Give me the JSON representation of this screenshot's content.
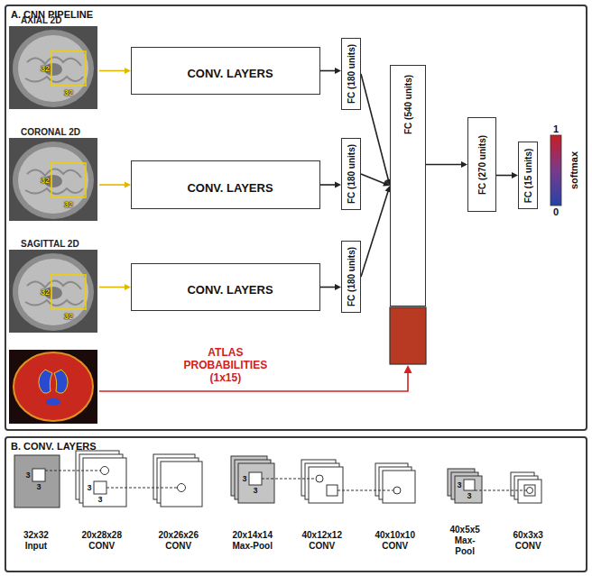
{
  "diagram": {
    "nodes": [
      {
        "text": [
          "A. CNN PIPELINE"
        ]
      },
      {
        "text": [
          "AXIAL 2D"
        ],
        "in": 0
      },
      {
        "text": [
          "CONV. LAYERS"
        ],
        "in": 0
      },
      {
        "text": [
          "FC (180 units)"
        ],
        "in": 0
      },
      {
        "text": [
          "CORONAL 2D"
        ],
        "in": 0
      },
      {
        "text": [
          "CONV. LAYERS"
        ],
        "in": 0
      },
      {
        "text": [
          "FC (180 units)"
        ],
        "in": 0
      },
      {
        "text": [
          "SAGITTAL 2D"
        ],
        "in": 0
      },
      {
        "text": [
          "CONV. LAYERS"
        ],
        "in": 0
      },
      {
        "text": [
          "FC (180 units)"
        ],
        "in": 0
      },
      {
        "text": [
          "FC (540 units)"
        ],
        "in": 0
      },
      {
        "text": [
          "FC (270 units)"
        ],
        "in": 0
      },
      {
        "text": [
          "FC (15 units)"
        ],
        "in": 0
      },
      {
        "text": [
          "B. CONV. LAYERS"
        ]
      }
    ],
    "edges": [
      {
        "from": 1,
        "to": 2,
        "arrow": "to"
      },
      {
        "from": 2,
        "to": 3,
        "arrow": "to"
      },
      {
        "from": 4,
        "to": 5,
        "arrow": "to"
      },
      {
        "from": 5,
        "to": 6,
        "arrow": "to"
      },
      {
        "from": 7,
        "to": 8,
        "arrow": "to"
      },
      {
        "from": 8,
        "to": 9,
        "arrow": "to"
      },
      {
        "from": 3,
        "to": 10,
        "arrow": "to"
      },
      {
        "from": 6,
        "to": 10,
        "arrow": "to"
      },
      {
        "from": 9,
        "to": 10,
        "arrow": "to"
      },
      {
        "from": 10,
        "to": 11,
        "arrow": "to"
      },
      {
        "from": 11,
        "to": 12,
        "arrow": "to"
      }
    ],
    "labels": [
      "32",
      "32",
      "32",
      "32",
      "32",
      "32",
      "ATLAS PROBABILITIES (1x15)",
      "1",
      "0",
      "softmax",
      "32x32 Input",
      "20x28x28 CONV",
      "20x26x26 CONV",
      "20x14x14 Max-Pool",
      "40x12x12 CONV",
      "40x10x10 CONV",
      "40x5x5 Max-Pool",
      "60x3x3 CONV",
      "3",
      "3",
      "3",
      "3",
      "3",
      "3",
      "3",
      "3"
    ]
  }
}
